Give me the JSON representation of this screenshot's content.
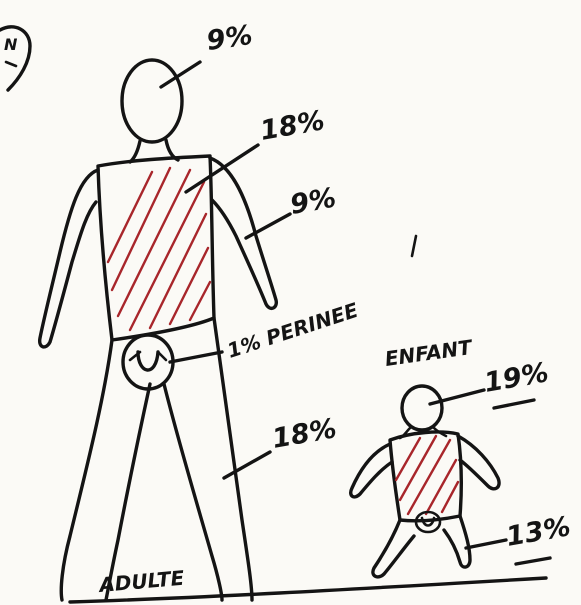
{
  "labels": {
    "head_adult": "9%",
    "trunk_adult": "18%",
    "arm_adult": "9%",
    "perineum": "1% PERINEE",
    "leg_adult": "18%",
    "child_title": "ENFANT",
    "head_child": "19%",
    "leg_child": "13%",
    "adult_title": "ADULTE",
    "corner_note": "N"
  },
  "colors": {
    "ink": "#141414",
    "hatch": "#a8262b",
    "paper": "#fbfaf6"
  }
}
